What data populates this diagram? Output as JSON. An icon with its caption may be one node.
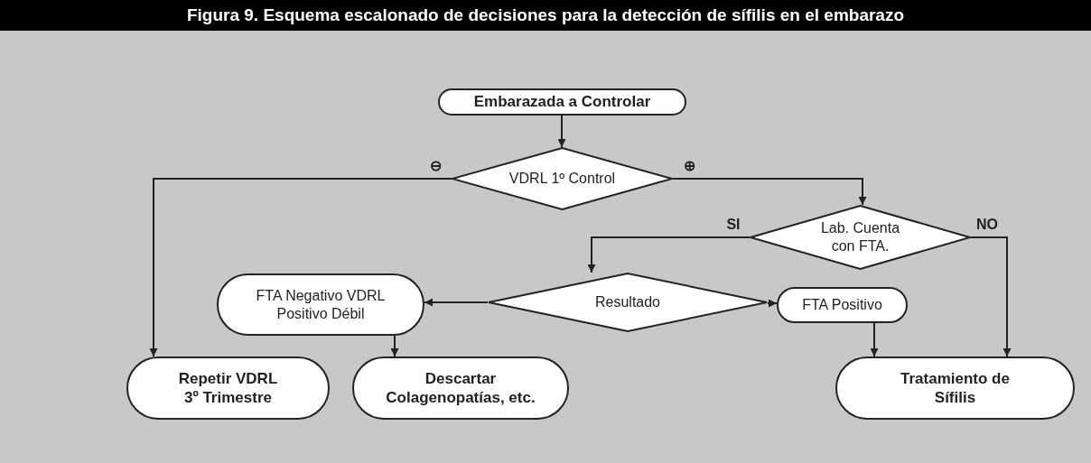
{
  "diagram": {
    "title": "Figura 9. Esquema escalonado de decisiones para la detección de sífilis en el embarazo",
    "nodes": [
      {
        "text": [
          "Embarazada a Controlar"
        ]
      },
      {
        "text": [
          "VDRL 1º Control"
        ]
      },
      {
        "text": [
          "Lab. Cuenta con FTA."
        ]
      },
      {
        "text": [
          "Resultado"
        ]
      },
      {
        "text": [
          "FTA Negativo VDRL Positivo Débil"
        ]
      },
      {
        "text": [
          "FTA Positivo"
        ]
      },
      {
        "text": [
          "Repetir VDRL 3º Trimestre"
        ]
      },
      {
        "text": [
          "Descartar Colagenopatías, etc."
        ]
      },
      {
        "text": [
          "Tratamiento de Sífilis"
        ]
      }
    ],
    "edges": [
      {
        "from": 0,
        "to": 1,
        "arrow": "to"
      },
      {
        "from": 1,
        "to": 6,
        "arrow": "to",
        "label": "⊖"
      },
      {
        "from": 1,
        "to": 2,
        "arrow": "to",
        "label": "⊕"
      },
      {
        "from": 2,
        "to": 3,
        "arrow": "to",
        "label": "SI"
      },
      {
        "from": 2,
        "to": 8,
        "arrow": "to",
        "label": "NO"
      },
      {
        "from": 3,
        "to": 4,
        "arrow": "to"
      },
      {
        "from": 3,
        "to": 5,
        "arrow": "to"
      },
      {
        "from": 4,
        "to": 7,
        "arrow": "to"
      },
      {
        "from": 5,
        "to": 8,
        "arrow": "to"
      }
    ]
  }
}
